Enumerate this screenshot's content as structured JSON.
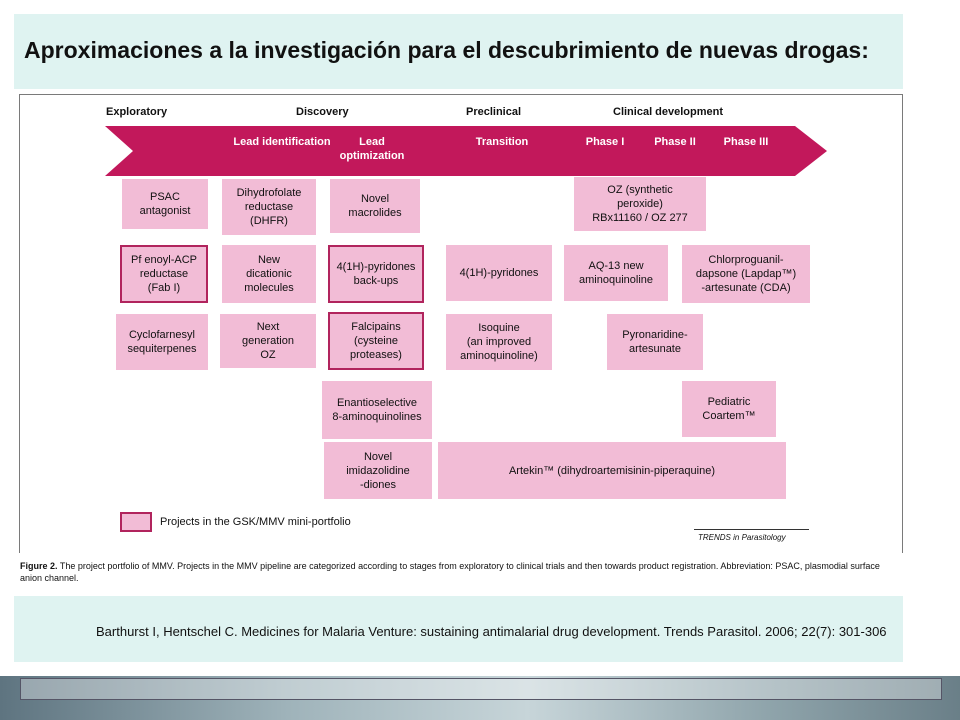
{
  "slide": {
    "title": "Aproximaciones a la investigación para el descubrimiento de nuevas drogas:",
    "reference": "Barthurst I, Hentschel C. Medicines for Malaria Venture: sustaining antimalarial drug development. Trends Parasitol. 2006; 22(7): 301-306"
  },
  "figure": {
    "stages": [
      "Exploratory",
      "Discovery",
      "Preclinical",
      "Clinical development"
    ],
    "phases": [
      "Lead\nidentification",
      "Lead\noptimization",
      "Transition",
      "Phase I",
      "Phase II",
      "Phase III"
    ],
    "boxes": [
      {
        "text": "PSAC\nantagonist",
        "boxed": false
      },
      {
        "text": "Dihydrofolate\nreductase\n(DHFR)",
        "boxed": false
      },
      {
        "text": "Novel\nmacrolides",
        "boxed": false
      },
      {
        "text": "OZ (synthetic\nperoxide)\nRBx11160 / OZ 277",
        "boxed": false
      },
      {
        "text": "Pf enoyl-ACP\nreductase\n(Fab I)",
        "boxed": true
      },
      {
        "text": "New\ndicationic\nmolecules",
        "boxed": false
      },
      {
        "text": "4(1H)-pyridones\nback-ups",
        "boxed": true
      },
      {
        "text": "4(1H)-pyridones",
        "boxed": false
      },
      {
        "text": "AQ-13 new\naminoquinoline",
        "boxed": false
      },
      {
        "text": "Chlorproguanil-\ndapsone (Lapdap™)\n-artesunate (CDA)",
        "boxed": false
      },
      {
        "text": "Cyclofarnesyl\nsequiterpenes",
        "boxed": false
      },
      {
        "text": "Next\ngeneration\nOZ",
        "boxed": false
      },
      {
        "text": "Falcipains\n(cysteine\nproteases)",
        "boxed": true
      },
      {
        "text": "Isoquine\n(an improved\naminoquinoline)",
        "boxed": false
      },
      {
        "text": "Pyronaridine-\nartesunate",
        "boxed": false
      },
      {
        "text": "Enantioselective\n8-aminoquinolines",
        "boxed": false
      },
      {
        "text": "Pediatric\nCoartem™",
        "boxed": false
      },
      {
        "text": "Novel\nimidazolidine\n-diones",
        "boxed": false
      },
      {
        "text": "Artekin™ (dihydroartemisinin-piperaquine)",
        "boxed": false
      }
    ],
    "legend_label": "Projects in the GSK/MMV mini-portfolio",
    "source_label": "TRENDS in Parasitology",
    "caption_bold": "Figure 2.",
    "caption_text": " The project portfolio of MMV. Projects in the MMV pipeline are categorized according to stages from exploratory to clinical trials and then towards product registration. Abbreviation: PSAC, plasmodial surface anion channel.",
    "colors": {
      "arrow": "#c2185b",
      "box": "#f2bcd6",
      "box_border": "#b1245d"
    }
  }
}
